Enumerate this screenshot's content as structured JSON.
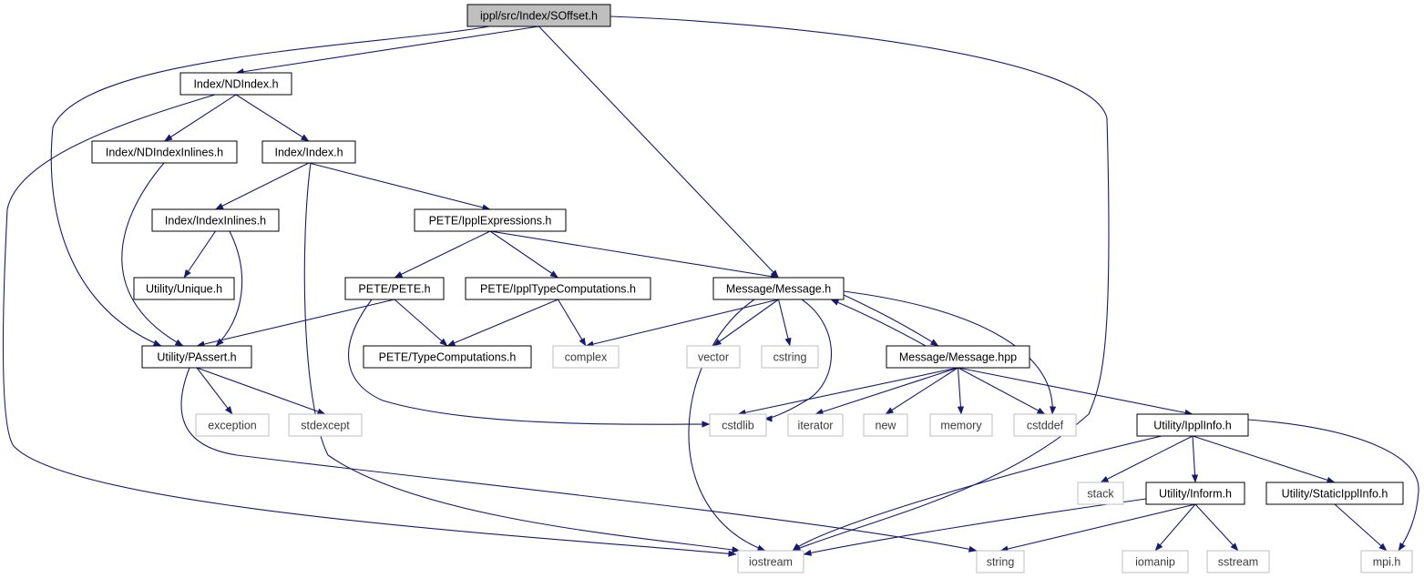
{
  "title": "ippl/src/Index/SOffset.h",
  "colors": {
    "edge": "#191970",
    "root_fill": "#bfbfbf",
    "external_border": "#bfbfbf",
    "node_border": "#000000"
  },
  "nodes": {
    "soffset": {
      "label": "ippl/src/Index/SOffset.h",
      "kind": "root"
    },
    "ndindex": {
      "label": "Index/NDIndex.h",
      "kind": "documented"
    },
    "ndindexinlines": {
      "label": "Index/NDIndexInlines.h",
      "kind": "documented"
    },
    "index": {
      "label": "Index/Index.h",
      "kind": "documented"
    },
    "indexinlines": {
      "label": "Index/IndexInlines.h",
      "kind": "documented"
    },
    "unique": {
      "label": "Utility/Unique.h",
      "kind": "documented"
    },
    "pplexpressions": {
      "label": "PETE/IpplExpressions.h",
      "kind": "documented"
    },
    "pete": {
      "label": "PETE/PETE.h",
      "kind": "documented"
    },
    "ippltypecomp": {
      "label": "PETE/IpplTypeComputations.h",
      "kind": "documented"
    },
    "message": {
      "label": "Message/Message.h",
      "kind": "documented"
    },
    "passert": {
      "label": "Utility/PAssert.h",
      "kind": "documented"
    },
    "typecomp": {
      "label": "PETE/TypeComputations.h",
      "kind": "documented"
    },
    "complex": {
      "label": "complex",
      "kind": "external"
    },
    "vector": {
      "label": "vector",
      "kind": "external"
    },
    "cstring": {
      "label": "cstring",
      "kind": "external"
    },
    "messagehpp": {
      "label": "Message/Message.hpp",
      "kind": "documented"
    },
    "exception": {
      "label": "exception",
      "kind": "external"
    },
    "stdexcept": {
      "label": "stdexcept",
      "kind": "external"
    },
    "cstdlib": {
      "label": "cstdlib",
      "kind": "external"
    },
    "iterator": {
      "label": "iterator",
      "kind": "external"
    },
    "new": {
      "label": "new",
      "kind": "external"
    },
    "memory": {
      "label": "memory",
      "kind": "external"
    },
    "cstddef": {
      "label": "cstddef",
      "kind": "external"
    },
    "ipplinfo": {
      "label": "Utility/IpplInfo.h",
      "kind": "documented"
    },
    "stack": {
      "label": "stack",
      "kind": "external"
    },
    "inform": {
      "label": "Utility/Inform.h",
      "kind": "documented"
    },
    "staticipplinfo": {
      "label": "Utility/StaticIpplInfo.h",
      "kind": "documented"
    },
    "iostream": {
      "label": "iostream",
      "kind": "external"
    },
    "string": {
      "label": "string",
      "kind": "external"
    },
    "iomanip": {
      "label": "iomanip",
      "kind": "external"
    },
    "sstream": {
      "label": "sstream",
      "kind": "external"
    },
    "mpi": {
      "label": "mpi.h",
      "kind": "external"
    }
  },
  "edges": [
    [
      "soffset",
      "ndindex"
    ],
    [
      "soffset",
      "passert"
    ],
    [
      "soffset",
      "message"
    ],
    [
      "soffset",
      "iostream"
    ],
    [
      "ndindex",
      "ndindexinlines"
    ],
    [
      "ndindex",
      "index"
    ],
    [
      "ndindex",
      "iostream"
    ],
    [
      "ndindexinlines",
      "passert"
    ],
    [
      "index",
      "indexinlines"
    ],
    [
      "index",
      "pplexpressions"
    ],
    [
      "index",
      "iostream"
    ],
    [
      "indexinlines",
      "unique"
    ],
    [
      "indexinlines",
      "passert"
    ],
    [
      "pplexpressions",
      "pete"
    ],
    [
      "pplexpressions",
      "ippltypecomp"
    ],
    [
      "pplexpressions",
      "message"
    ],
    [
      "pete",
      "passert"
    ],
    [
      "pete",
      "typecomp"
    ],
    [
      "pete",
      "cstdlib"
    ],
    [
      "ippltypecomp",
      "typecomp"
    ],
    [
      "ippltypecomp",
      "complex"
    ],
    [
      "message",
      "complex"
    ],
    [
      "message",
      "vector"
    ],
    [
      "message",
      "cstring"
    ],
    [
      "message",
      "cstdlib"
    ],
    [
      "message",
      "messagehpp"
    ],
    [
      "message",
      "cstddef"
    ],
    [
      "message",
      "iostream"
    ],
    [
      "messagehpp",
      "message"
    ],
    [
      "messagehpp",
      "cstdlib"
    ],
    [
      "messagehpp",
      "iterator"
    ],
    [
      "messagehpp",
      "new"
    ],
    [
      "messagehpp",
      "memory"
    ],
    [
      "messagehpp",
      "cstddef"
    ],
    [
      "messagehpp",
      "ipplinfo"
    ],
    [
      "passert",
      "exception"
    ],
    [
      "passert",
      "stdexcept"
    ],
    [
      "passert",
      "string"
    ],
    [
      "ipplinfo",
      "stack"
    ],
    [
      "ipplinfo",
      "inform"
    ],
    [
      "ipplinfo",
      "staticipplinfo"
    ],
    [
      "ipplinfo",
      "iostream"
    ],
    [
      "ipplinfo",
      "mpi"
    ],
    [
      "inform",
      "iostream"
    ],
    [
      "inform",
      "string"
    ],
    [
      "inform",
      "iomanip"
    ],
    [
      "inform",
      "sstream"
    ],
    [
      "staticipplinfo",
      "mpi"
    ]
  ]
}
